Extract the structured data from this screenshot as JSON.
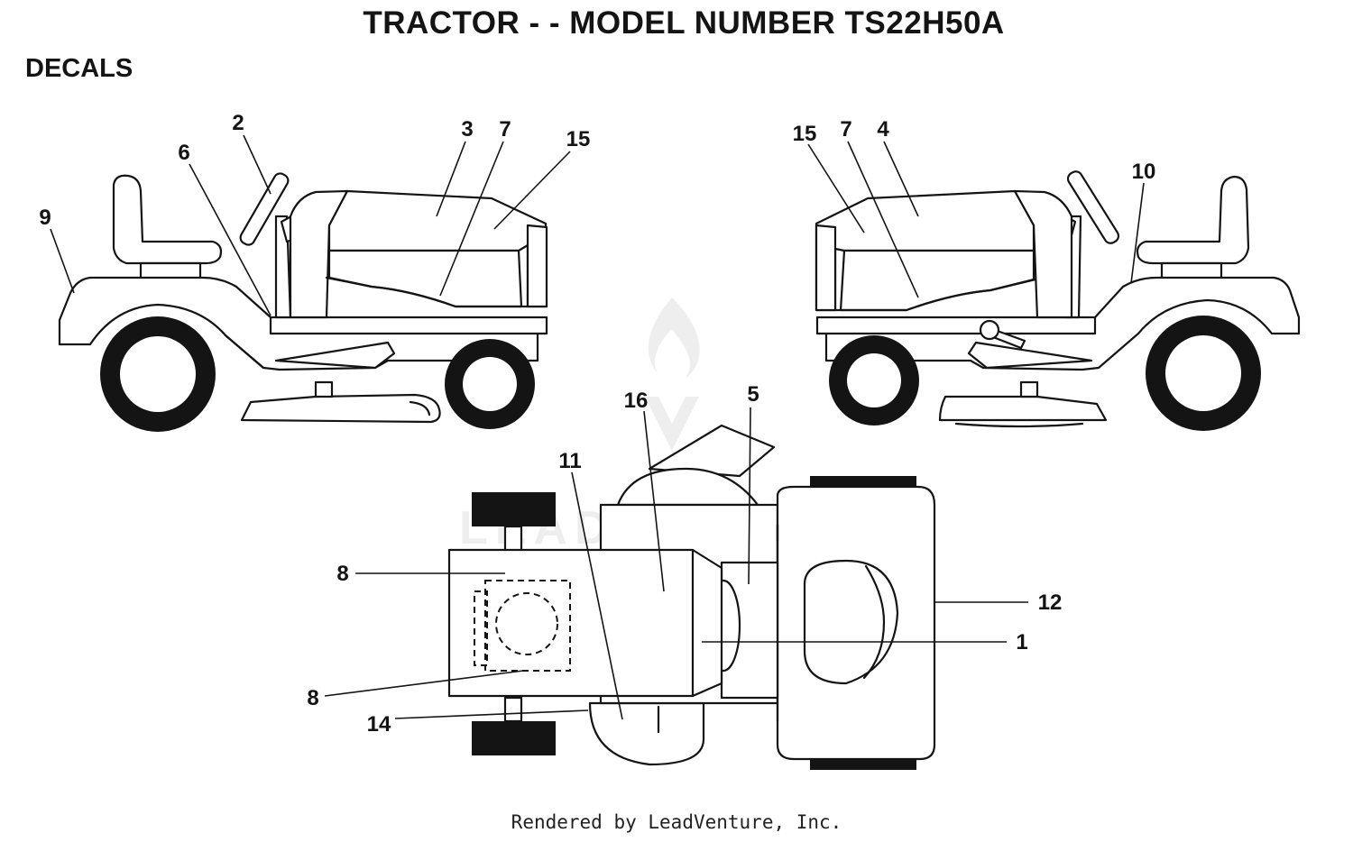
{
  "diagram": {
    "title": "TRACTOR - - MODEL NUMBER TS22H50A",
    "section_label": "DECALS",
    "footer": "Rendered by LeadVenture, Inc.",
    "watermark": "LEADVENTURE"
  },
  "callouts": [
    {
      "id": "c9",
      "label": "9"
    },
    {
      "id": "c6",
      "label": "6"
    },
    {
      "id": "c2",
      "label": "2"
    },
    {
      "id": "c3",
      "label": "3"
    },
    {
      "id": "c7a",
      "label": "7"
    },
    {
      "id": "c15a",
      "label": "15"
    },
    {
      "id": "c15b",
      "label": "15"
    },
    {
      "id": "c7b",
      "label": "7"
    },
    {
      "id": "c4",
      "label": "4"
    },
    {
      "id": "c10",
      "label": "10"
    },
    {
      "id": "c16",
      "label": "16"
    },
    {
      "id": "c5",
      "label": "5"
    },
    {
      "id": "c11",
      "label": "11"
    },
    {
      "id": "c8a",
      "label": "8"
    },
    {
      "id": "c12",
      "label": "12"
    },
    {
      "id": "c1",
      "label": "1"
    },
    {
      "id": "c8b",
      "label": "8"
    },
    {
      "id": "c14",
      "label": "14"
    }
  ],
  "colors": {
    "line": "#141414",
    "background": "#ffffff",
    "watermark": "#eeeeee"
  }
}
